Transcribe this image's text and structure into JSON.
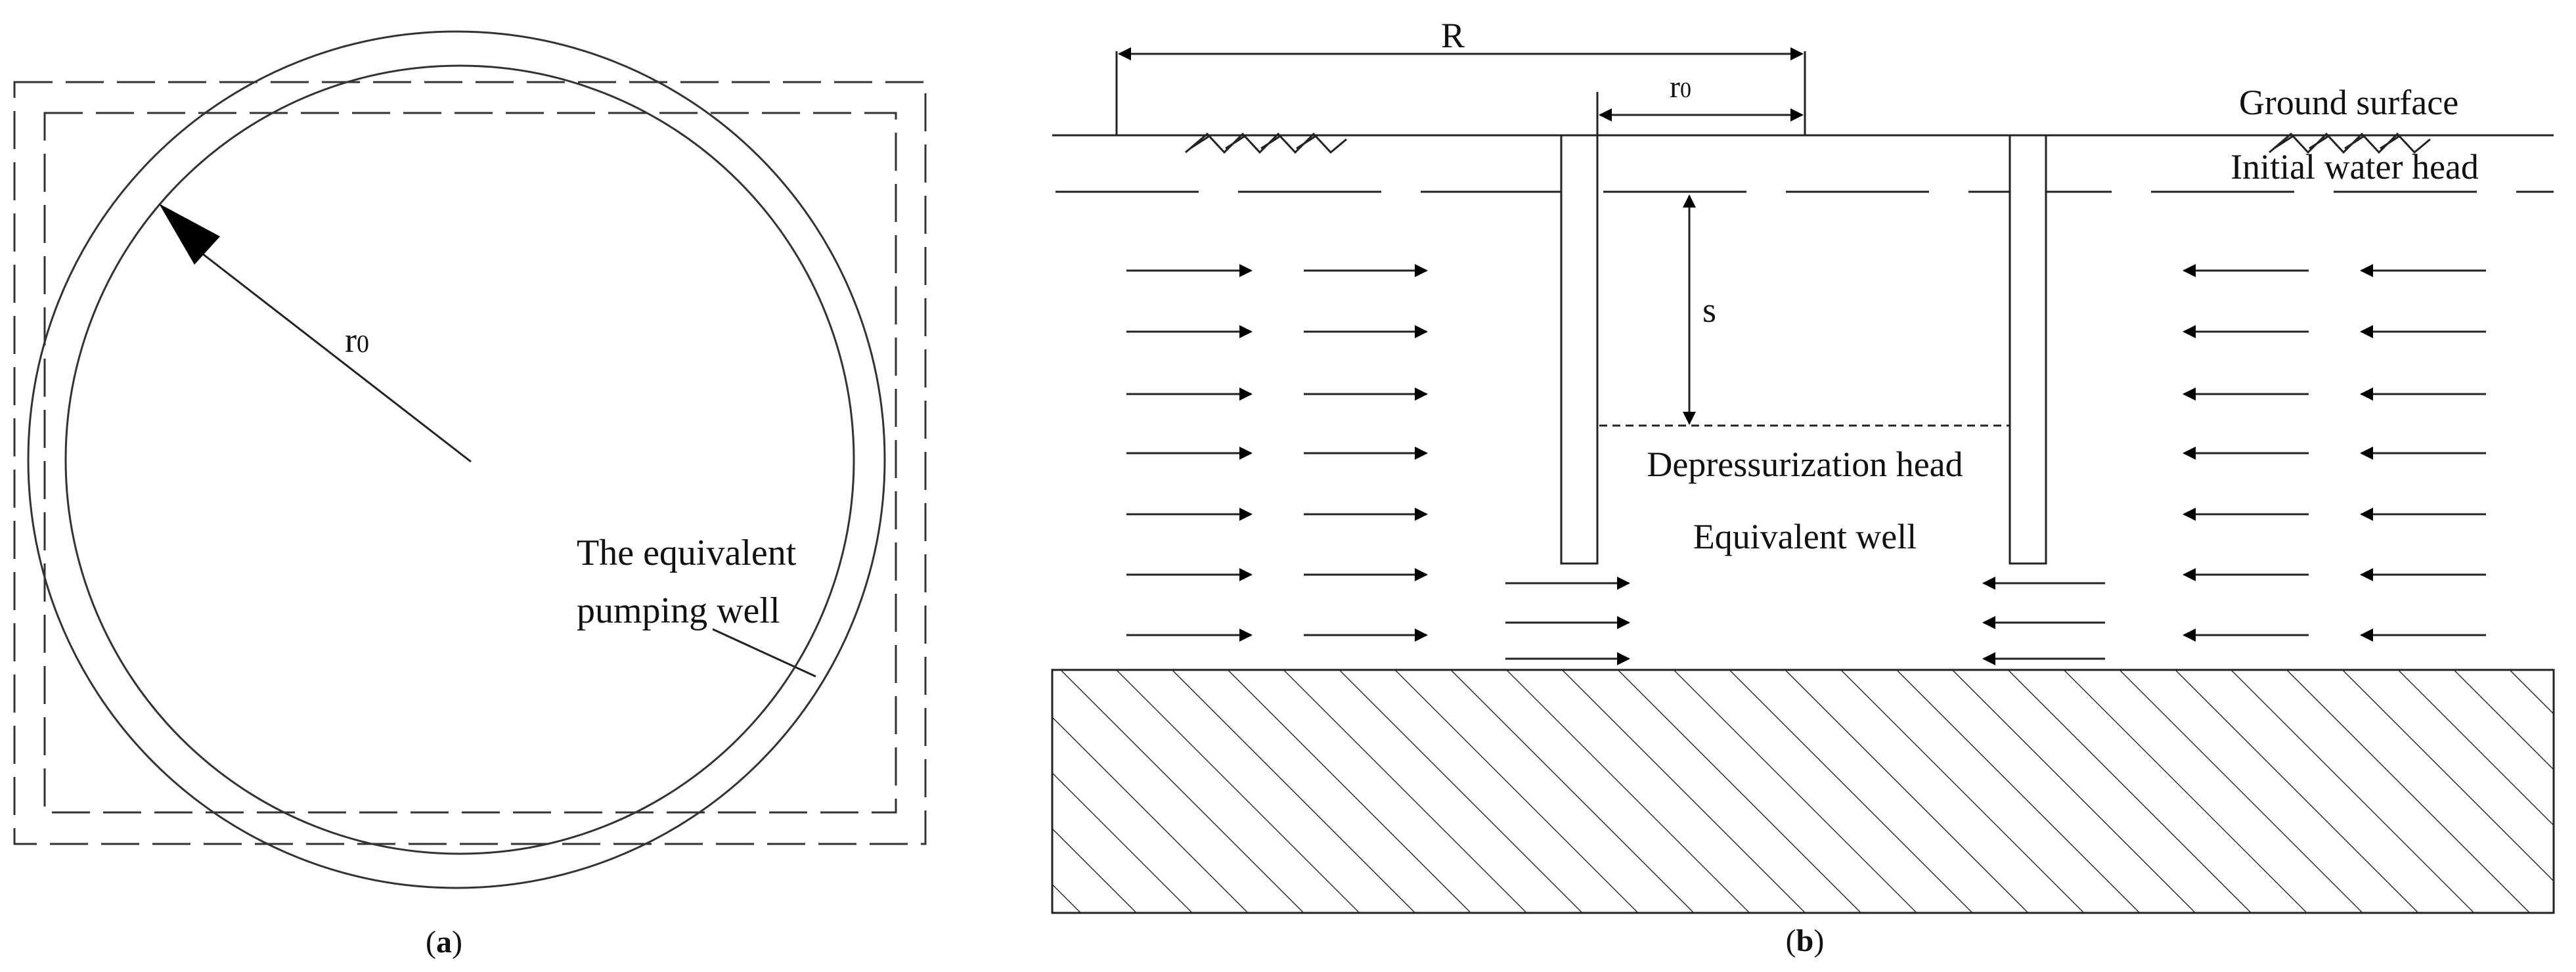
{
  "panel_a": {
    "radius_label": "r",
    "radius_subscript": "0",
    "well_label_line1": "The equivalent",
    "well_label_line2": "pumping well",
    "caption_open": "(",
    "caption_letter": "a",
    "caption_close": ")"
  },
  "panel_b": {
    "influence_radius_label": "R",
    "well_radius_label": "r",
    "well_radius_subscript": "0",
    "ground_surface_label": "Ground surface",
    "initial_head_label": "Initial water head",
    "drawdown_label": "s",
    "depressurization_label": "Depressurization head",
    "equivalent_well_label": "Equivalent well",
    "caption_open": "(",
    "caption_letter": "b",
    "caption_close": ")"
  }
}
